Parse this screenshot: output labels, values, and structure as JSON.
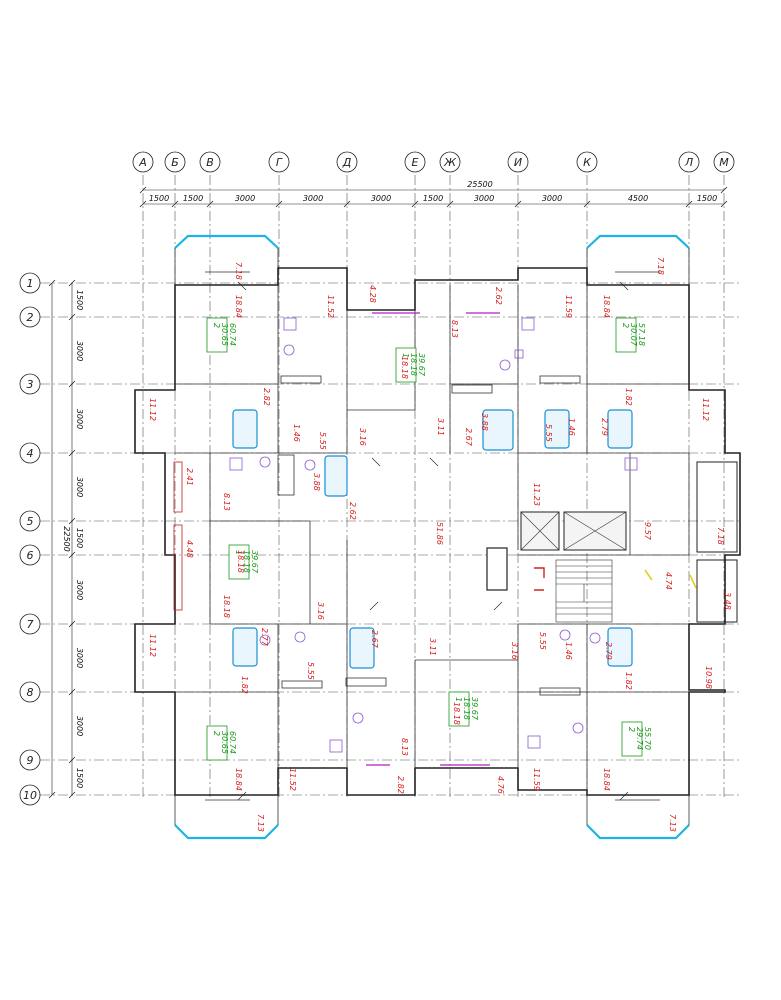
{
  "columns": [
    {
      "id": "col-a",
      "label": "А"
    },
    {
      "id": "col-b",
      "label": "Б"
    },
    {
      "id": "col-v",
      "label": "В"
    },
    {
      "id": "col-g",
      "label": "Г"
    },
    {
      "id": "col-d",
      "label": "Д"
    },
    {
      "id": "col-e",
      "label": "Е"
    },
    {
      "id": "col-zh",
      "label": "Ж"
    },
    {
      "id": "col-i",
      "label": "И"
    },
    {
      "id": "col-k",
      "label": "К"
    },
    {
      "id": "col-l",
      "label": "Л"
    },
    {
      "id": "col-m",
      "label": "М"
    }
  ],
  "rows": [
    {
      "id": "row-1",
      "label": "1"
    },
    {
      "id": "row-2",
      "label": "2"
    },
    {
      "id": "row-3",
      "label": "3"
    },
    {
      "id": "row-4",
      "label": "4"
    },
    {
      "id": "row-5",
      "label": "5"
    },
    {
      "id": "row-6",
      "label": "6"
    },
    {
      "id": "row-7",
      "label": "7"
    },
    {
      "id": "row-8",
      "label": "8"
    },
    {
      "id": "row-9",
      "label": "9"
    },
    {
      "id": "row-10",
      "label": "10"
    }
  ],
  "dimensions": {
    "overall_width": "25500",
    "overall_height": "22500",
    "top": [
      "1500",
      "1500",
      "3000",
      "3000",
      "3000",
      "1500",
      "3000",
      "3000",
      "4500",
      "1500"
    ],
    "left": [
      "1500",
      "3000",
      "3000",
      "3000",
      "1500",
      "3000",
      "3000",
      "3000",
      "1500"
    ]
  },
  "room_areas": [
    "7.18",
    "7.18",
    "18.84",
    "11.52",
    "4.28",
    "2.62",
    "11.59",
    "18.84",
    "18.18",
    "8.13",
    "11.12",
    "11.12",
    "2.82",
    "1.46",
    "5.55",
    "3.16",
    "3.11",
    "2.67",
    "3.88",
    "5.55",
    "1.46",
    "2.79",
    "1.82",
    "2.41",
    "8.13",
    "3.88",
    "2.62",
    "51.86",
    "11.23",
    "9.57",
    "7.18",
    "4.48",
    "18.18",
    "18.18",
    "3.16",
    "4.74",
    "3.48",
    "11.12",
    "2.77",
    "1.82",
    "5.55",
    "2.67",
    "3.11",
    "3.16",
    "5.55",
    "1.46",
    "2.79",
    "1.82",
    "10.98",
    "8.13",
    "18.18",
    "18.84",
    "11.52",
    "2.82",
    "4.76",
    "11.59",
    "18.84",
    "7.13",
    "7.13"
  ],
  "apartments": [
    {
      "id": "apt-tl",
      "n": "2",
      "total": "60.74",
      "living": "30.65"
    },
    {
      "id": "apt-tc",
      "n": "1",
      "total": "39.67",
      "living": "18.18"
    },
    {
      "id": "apt-tr",
      "n": "2",
      "total": "57.18",
      "living": "30.07"
    },
    {
      "id": "apt-ml",
      "n": "1",
      "total": "39.67",
      "living": "18.18"
    },
    {
      "id": "apt-bc",
      "n": "1",
      "total": "39.67",
      "living": "18.18"
    },
    {
      "id": "apt-bl",
      "n": "2",
      "total": "60.74",
      "living": "30.65"
    },
    {
      "id": "apt-br",
      "n": "2",
      "total": "55.70",
      "living": "29.74"
    }
  ]
}
